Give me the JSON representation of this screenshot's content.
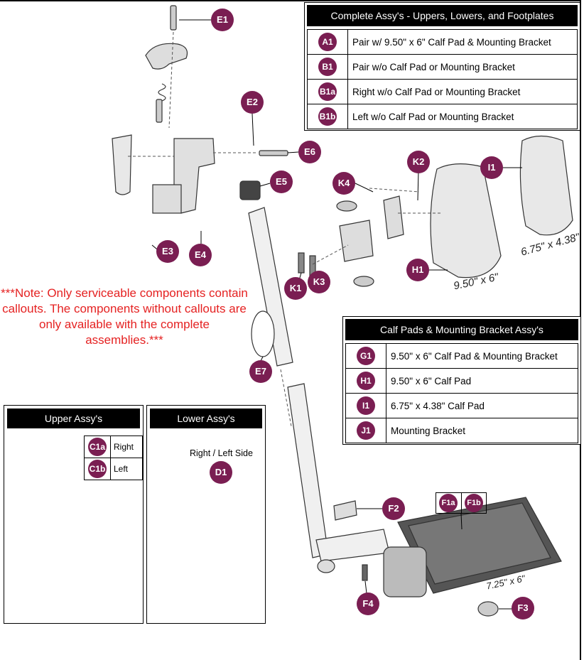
{
  "tables": {
    "complete": {
      "title": "Complete Assy's - Uppers, Lowers, and Footplates",
      "rows": [
        {
          "code": "A1",
          "text": "Pair w/ 9.50\" x 6\" Calf Pad & Mounting Bracket"
        },
        {
          "code": "B1",
          "text": "Pair w/o Calf Pad or Mounting Bracket"
        },
        {
          "code": "B1a",
          "text": "Right w/o Calf Pad or Mounting Bracket"
        },
        {
          "code": "B1b",
          "text": "Left w/o Calf Pad or Mounting Bracket"
        }
      ]
    },
    "calf": {
      "title": "Calf Pads & Mounting Bracket Assy's",
      "rows": [
        {
          "code": "G1",
          "text": "9.50\" x 6\" Calf Pad & Mounting Bracket"
        },
        {
          "code": "H1",
          "text": "9.50\" x 6\" Calf Pad"
        },
        {
          "code": "I1",
          "text": "6.75\" x 4.38\" Calf Pad"
        },
        {
          "code": "J1",
          "text": "Mounting Bracket"
        }
      ]
    }
  },
  "note": "***Note: Only serviceable components contain callouts. The components without callouts are only available with the complete assemblies.***",
  "upper": {
    "title": "Upper Assy's",
    "rows": [
      {
        "code": "C1a",
        "text": "Right"
      },
      {
        "code": "C1b",
        "text": "Left"
      }
    ]
  },
  "lower": {
    "title": "Lower Assy's",
    "side_label": "Right / Left Side",
    "code": "D1"
  },
  "callouts": {
    "e1": "E1",
    "e2": "E2",
    "e3": "E3",
    "e4": "E4",
    "e5": "E5",
    "e6": "E6",
    "e7": "E7",
    "k1": "K1",
    "k2": "K2",
    "k3": "K3",
    "k4": "K4",
    "h1": "H1",
    "i1": "I1",
    "f2": "F2",
    "f3": "F3",
    "f4": "F4",
    "f1a": "F1a",
    "f1b": "F1b"
  },
  "dims": {
    "pad_large": "9.50\" x 6\"",
    "pad_small": "6.75\" x 4.38\"",
    "footplate": "7.25\" x 6\""
  },
  "colors": {
    "badge": "#7a1e52",
    "note": "#e52222",
    "header": "#000000"
  }
}
